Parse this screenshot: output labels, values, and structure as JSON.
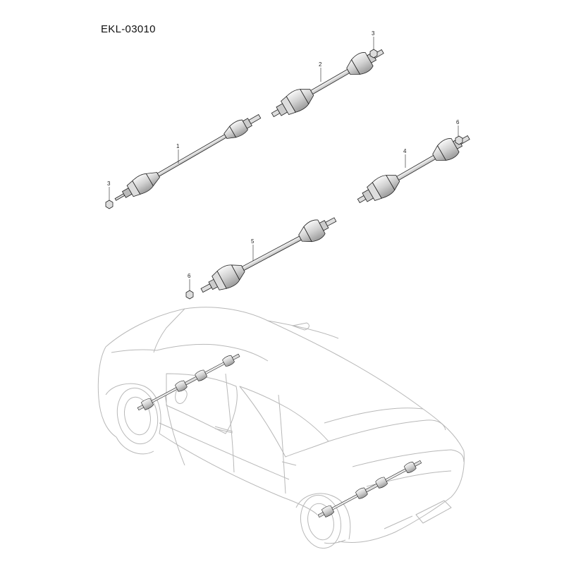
{
  "diagram": {
    "title": "EKL-03010",
    "callouts": [
      "1",
      "2",
      "3",
      "3",
      "4",
      "5",
      "6",
      "6"
    ]
  },
  "colors": {
    "line": "#222222",
    "car_outline": "#b8b8b8",
    "boot_shade": "#dcdcdc",
    "shaft_shade": "#eeeeee"
  }
}
